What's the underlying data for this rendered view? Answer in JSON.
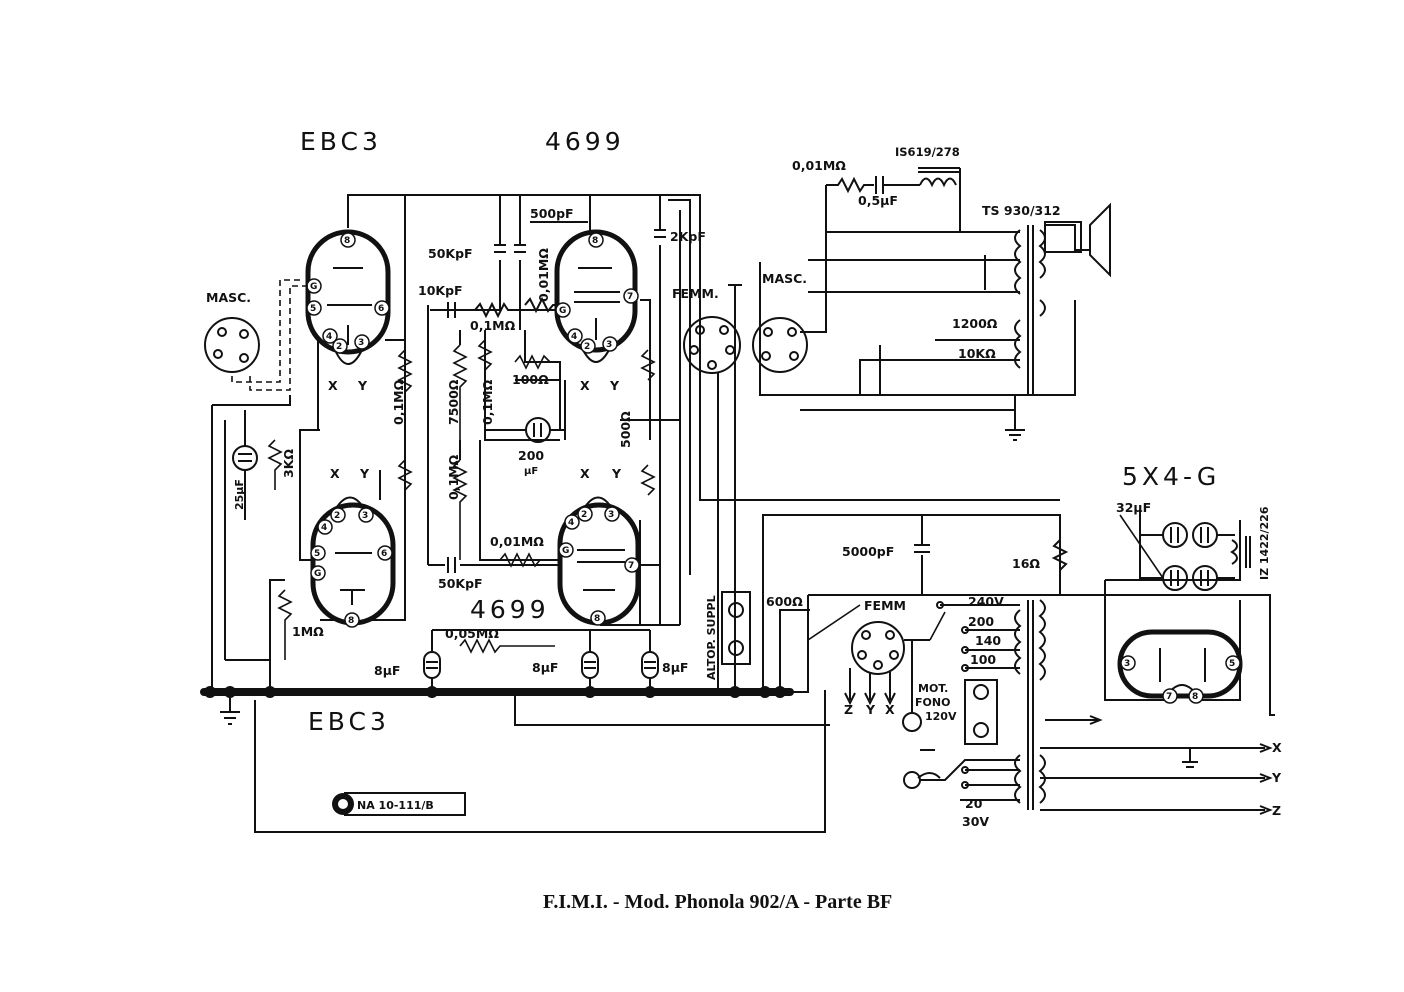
{
  "caption": "F.I.M.I. - Mod. Phonola 902/A - Parte BF",
  "tubes": {
    "top_left": "EBC3",
    "top_mid": "4699",
    "bottom_mid": "4699",
    "bottom_left": "EBC3",
    "rectifier": "5X4-G"
  },
  "connectors": {
    "masc_left": "MASC.",
    "masc_right": "MASC.",
    "femm_upper": "FEMM.",
    "femm_lower": "FEMM",
    "altop": "ALTOP. SUPPL",
    "mot_fono_1": "MOT.",
    "mot_fono_2": "FONO",
    "mot_fono_3": "120V"
  },
  "components": {
    "c_50kpf_top": "50KpF",
    "c_500pf": "500pF",
    "c_2kpf": "2KpF",
    "c_10kpf": "10KpF",
    "r_001m_top": "0,01MΩ",
    "r_01m_a": "0,1MΩ",
    "r_01m_b": "0,1MΩ",
    "r_7500": "7500Ω",
    "r_01m_c": "0,1MΩ",
    "r_100": "100Ω",
    "c_200uf_1": "200",
    "c_200uf_2": "μF",
    "r_500": "500Ω",
    "c_25uf": "25μF",
    "r_3k": "3KΩ",
    "r_01m_d": "0,1MΩ",
    "r_001m_bot": "0,01MΩ",
    "c_50kpf_bot": "50KpF",
    "r_1m": "1MΩ",
    "r_005m": "0,05MΩ",
    "c_8uf_1": "8μF",
    "c_8uf_2": "8μF",
    "c_8uf_3": "8μF",
    "r_001m_out": "0,01MΩ",
    "c_05uf": "0,5μF",
    "t_is619": "IS619/278",
    "t_ts930": "TS 930/312",
    "r_1200": "1200Ω",
    "r_10k": "10KΩ",
    "c_5000pf": "5000pF",
    "r_16": "16Ω",
    "c_32uf": "32μF",
    "t_iz": "IZ 1422/226",
    "r_600": "600Ω",
    "tap_240": "240V",
    "tap_200": "200",
    "tap_140": "140",
    "tap_100": "100",
    "tap_20": "20",
    "tap_30": "30V",
    "ref_na": "NA 10-111/B"
  },
  "heater_labels": {
    "x1": "X",
    "y1": "Y",
    "x2": "X",
    "y2": "Y",
    "x3": "X",
    "y3": "Y",
    "x4": "X",
    "y4": "Y",
    "out_x": "X",
    "out_y": "Y",
    "out_z": "Z",
    "fono_z": "Z",
    "fono_y": "Y",
    "fono_x": "X"
  }
}
